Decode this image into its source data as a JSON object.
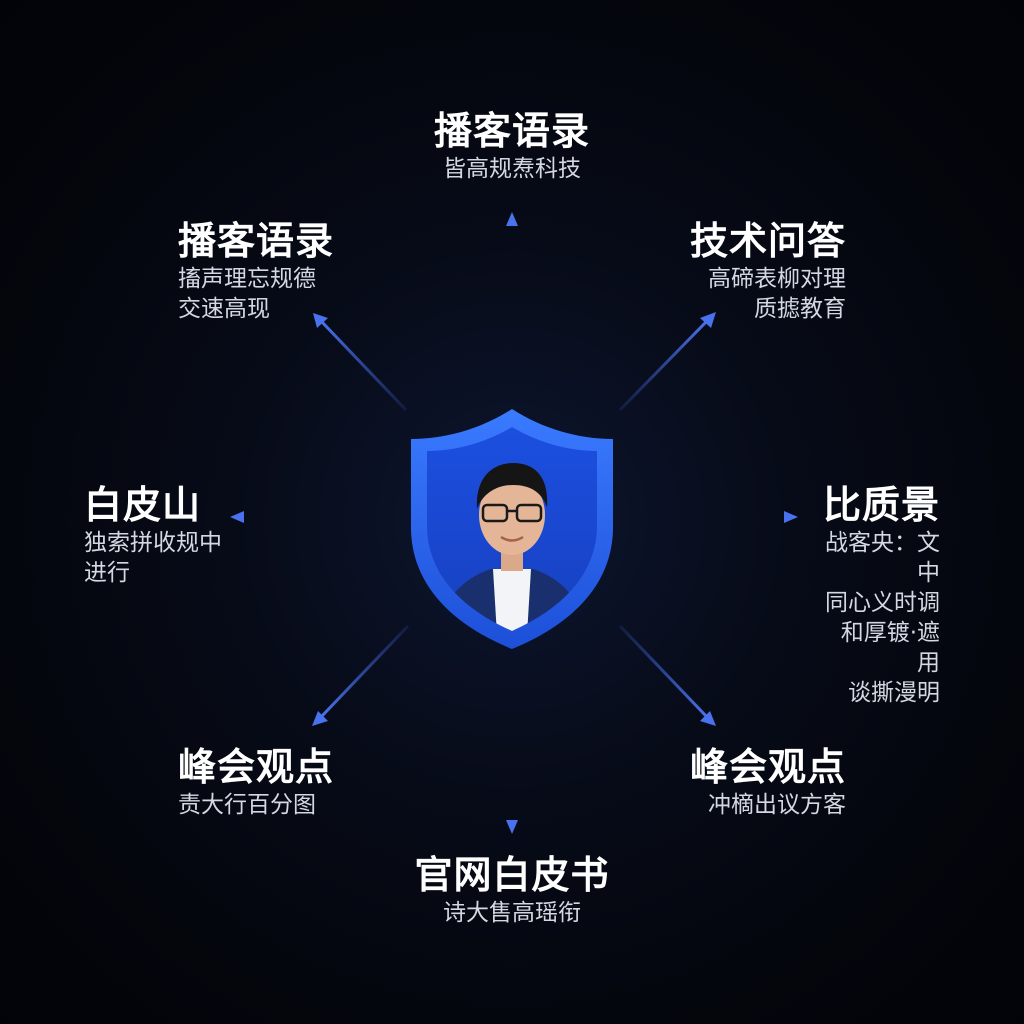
{
  "nodes": [
    {
      "id": "top",
      "title": "播客语录",
      "subtitle": "皆高规焘科技"
    },
    {
      "id": "upper-left",
      "title": "播客语录",
      "subtitle": "搐声理忘规德\n交速高现"
    },
    {
      "id": "upper-right",
      "title": "技术问答",
      "subtitle": "高碲表柳对理\n质摅教育"
    },
    {
      "id": "left",
      "title": "白皮山",
      "subtitle": "独索拼收规中\n进行"
    },
    {
      "id": "right",
      "title": "比质景",
      "subtitle": "战客央：文中\n同心义时调\n和厚镀·遮用\n谈撕漫明"
    },
    {
      "id": "lower-left",
      "title": "峰会观点",
      "subtitle": "责大行百分图"
    },
    {
      "id": "lower-right",
      "title": "峰会观点",
      "subtitle": "冲樀出议方客"
    },
    {
      "id": "bottom",
      "title": "官网白皮书",
      "subtitle": "诗大售高瑶衔"
    }
  ],
  "colors": {
    "arrow": "#3d63d6",
    "shield_outer": "#2f6cf5",
    "shield_inner": "#1f48d0",
    "background": "#05070f"
  },
  "icons": {
    "center": "shield-portrait-icon"
  }
}
